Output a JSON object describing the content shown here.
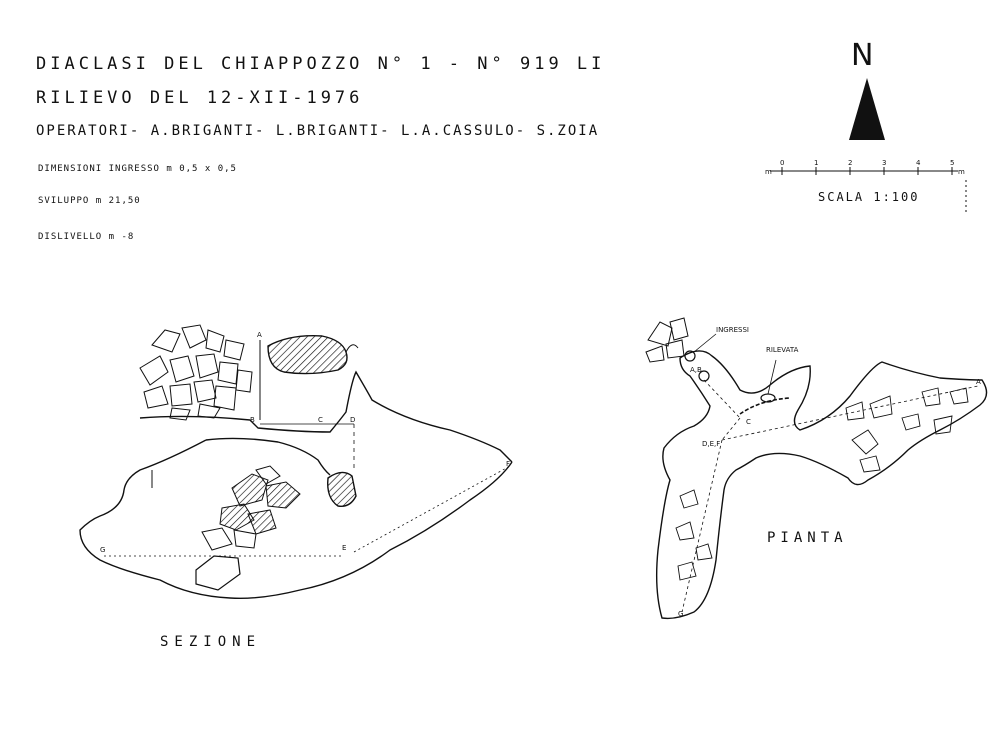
{
  "header": {
    "title": "DIACLASI DEL CHIAPPOZZO N° 1 - N° 919 LI",
    "survey": "RILIEVO DEL 12-XII-1976",
    "operators": "OPERATORI- A.BRIGANTI- L.BRIGANTI- L.A.CASSULO- S.ZOIA"
  },
  "stats": {
    "entrance": "DIMENSIONI INGRESSO     m 0,5 x 0,5",
    "development": "SVILUPPO     m 21,50",
    "drop": "DISLIVELLO  m -8"
  },
  "north": {
    "label": "N"
  },
  "scale": {
    "label": "SCALA  1:100",
    "ticks": [
      "m",
      "0",
      "1",
      "2",
      "3",
      "4",
      "5",
      "m"
    ]
  },
  "section": {
    "title": "SEZIONE",
    "points": [
      "A",
      "B",
      "C",
      "D",
      "F",
      "E",
      "G"
    ]
  },
  "plan": {
    "title": "PIANTA",
    "labels": {
      "entrances": "INGRESSI",
      "station": "RILEVATA",
      "ab": "A,B",
      "c": "C",
      "def": "D,E,F",
      "a": "A",
      "g": "G"
    }
  }
}
